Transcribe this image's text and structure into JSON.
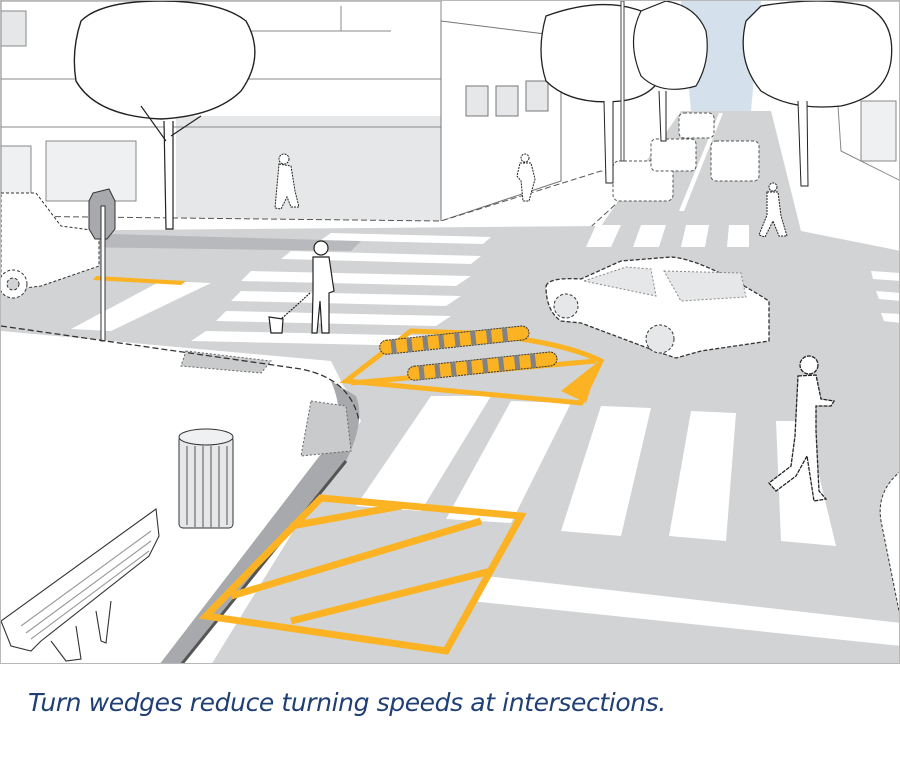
{
  "figure": {
    "caption": "Turn wedges reduce turning speeds at intersections.",
    "subject": "Street intersection illustration with turn wedges",
    "colors": {
      "road": "#d1d3d4",
      "road_dark": "#a7a9ac",
      "marking_white": "#ffffff",
      "turn_wedge_yellow": "#fbb324",
      "speed_bump_gray": "#808285",
      "sky": "#d4e1ec",
      "outline": "#333333",
      "caption_text": "#1f3f75",
      "frame_border": "#b8b8b8"
    }
  },
  "elements": {
    "trees": [
      "tree-left-corner",
      "tree-right-street-1",
      "tree-right-street-2",
      "tree-far-right"
    ],
    "vehicles": [
      "parked-suv-left",
      "sedan-turning",
      "cars-queue-background"
    ],
    "people": [
      "pedestrian-with-dog",
      "pedestrian-on-phone",
      "pedestrian-sidewalk-left",
      "pedestrian-sidewalk-center",
      "pedestrian-far-crosswalk"
    ],
    "street_furniture": [
      "stop-sign",
      "trash-can",
      "bench"
    ],
    "markings": [
      "crosswalk-left",
      "crosswalk-near",
      "crosswalk-far",
      "stop-bar-near",
      "turn-wedge-hatched",
      "turn-wedge-with-rubber-bumps"
    ]
  }
}
